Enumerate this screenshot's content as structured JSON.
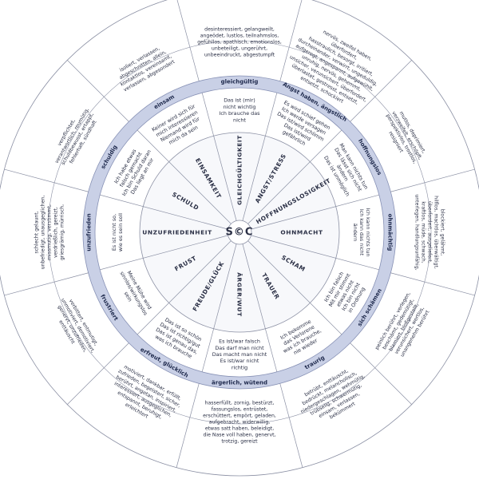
{
  "center": {
    "label": "S©C"
  },
  "colors": {
    "band": "#c9d0e6",
    "band_stroke": "#8791b5",
    "line": "#8a8fa3",
    "text": "#2a2f45",
    "bg": "#ffffff"
  },
  "segments": [
    {
      "inner": "GLEICHGÜLTIGKEIT",
      "ring": "gleichgültig",
      "belief": [
        "Das ist (mir)",
        "nicht wichtig",
        "Ich brauche das",
        "nicht"
      ],
      "outer": [
        "desinteressiert, gelangweilt,",
        "angeödet, lustlos, teilnahmslos,",
        "gefühllos, apathisch, emotionslos,",
        "unbeteiligt, ungerührt,",
        "unbeeindruckt, abgestumpft"
      ]
    },
    {
      "inner": "ANGST/STRESS",
      "ring": "Angst haben, ängstlich",
      "belief": [
        "Es wird schief gehen",
        "Ich werde versagen",
        "Das ist/wird schlimm",
        "Das ist/wird",
        "gefährlich"
      ],
      "outer": [
        "nervös, zweifel haben,",
        "überfordert,",
        "hasstraulich, besorgt, irritiert,",
        "durcheinander, verwirrt, ungeduldig,",
        "aufgeregt, angespannt, aufgewühlt,",
        "unruhig, nervös, gehemmt,",
        "unsicher, verunsichert, überfordert,",
        "überlastet, gestresst, entsetzt,",
        "entsetzt, schockiert"
      ]
    },
    {
      "inner": "HOFFNUNGSLOSIGKEIT",
      "ring": "hoffnungslos",
      "belief": [
        "Man kann nichts tun",
        "Das lässt sich nicht",
        "ändern",
        "Das ist unmöglich"
      ],
      "outer": [
        "mutlos, deprimiert,",
        "verzweifelt, erschöpft,",
        "perspektivlos, trostlos,",
        "resigniert"
      ]
    },
    {
      "inner": "OHNMACHT",
      "ring": "ohnmächtig",
      "belief": [
        "Ich kann nichts tun",
        "Ich kann das nicht",
        "ändern"
      ],
      "outer": [
        "blockiert, gelähmt,",
        "hilflos, machtlos, überwältigt,",
        "überfordert, ausgeliefert,",
        "kraftlos, müde, schwach,",
        "unterlegen, handlungsunfähig,"
      ]
    },
    {
      "inner": "SCHAM",
      "ring": "sich schämen",
      "belief": [
        "Ich bin falsch",
        "Mit mir stimmt",
        "etwas nicht",
        "Ich bin nicht",
        "in Ordnung"
      ],
      "outer": [
        "peinlich berührt, verlegen,",
        "beschämt, gedemütigt,",
        "blamiert, bloßgestellt,",
        "verunsichert, wertlos,",
        "unangenehm berührt"
      ]
    },
    {
      "inner": "TRAUER",
      "ring": "traurig",
      "belief": [
        "Ich bekomme",
        "das Verlorene",
        "was ich brauche,",
        "nie wieder"
      ],
      "outer": [
        "betrübt, enttäuscht,",
        "bedrückt, melancholisch,",
        "niedergeschlagen, wehmütig,",
        "trübselig, schwermütig,",
        "einsam, verlassen,",
        "bekümmert"
      ]
    },
    {
      "inner": "ÄRGER/WUT",
      "ring": "ärgerlich, wütend",
      "belief": [
        "Es ist/war falsch",
        "Das darf man nicht",
        "Das macht man nicht",
        "Es ist/war nicht",
        "richtig"
      ],
      "outer": [
        "hasserfüllt, zornig, bestürzt,",
        "fassungslos, entrüstet,",
        "erschüttert, empört, geladen,",
        "aufgebracht, widerwillig,",
        "etwas satt haben, beleidigt,",
        "die Nase voll haben, genervt,",
        "trotzig, gereizt"
      ]
    },
    {
      "inner": "FREUDE/GLÜCK",
      "ring": "erfreut, glücklich",
      "belief": [
        "Das ist so schön",
        "Das ist richtig/gut",
        "Das ist genau das,",
        "was ich brauche"
      ],
      "outer": [
        "motiviert, dankbar, erfüllt,",
        "zufrieden, begeistert, sicher,",
        "berührt, angetan, inspiriert,",
        "interessiert, ausgeglichen,",
        "entspannt, beruhigt,",
        "erleichtert"
      ]
    },
    {
      "inner": "FRUST",
      "ring": "frustriert",
      "belief": [
        "Meine Mühe wird",
        "sinnlos/wirkungslos",
        "sein"
      ],
      "outer": [
        "verbittert, entmutigt,",
        "unmotiviert, demotiviert,",
        "genervt, unzufrieden,",
        "enttäuscht"
      ]
    },
    {
      "inner": "UNZUFRIEDENHEIT",
      "ring": "unzufrieden",
      "belief": [
        "Es ist nicht so,",
        "wie es sein soll"
      ],
      "outer": [
        "schlecht gelaunt,",
        "unbefriedigt, unausgeglichen,",
        "missmutig, verstimmt,",
        "verdrießlich, gereizt,",
        "griesgrämig, mürrisch,"
      ]
    },
    {
      "inner": "SCHULD",
      "ring": "schuldig",
      "belief": [
        "Ich habe etwas",
        "falsch gemacht",
        "Ich bin Schuld daran",
        "Das liegt an mir"
      ],
      "outer": [
        "verpflichtet,",
        "verantwortlich, reumütig,",
        "schuldbewusst, ertappt,",
        "fehlerhaft, sündhaft"
      ]
    },
    {
      "inner": "EINSAMKEIT",
      "ring": "einsam",
      "belief": [
        "Keiner wird sich für",
        "mich interessieren",
        "Niemand wird für",
        "mich da sein"
      ],
      "outer": [
        "isoliert, verlassen,",
        "abgeschnitten, allein,",
        "kontaktlos, vereinsamt,",
        "verlassen, abgesondert"
      ]
    }
  ]
}
